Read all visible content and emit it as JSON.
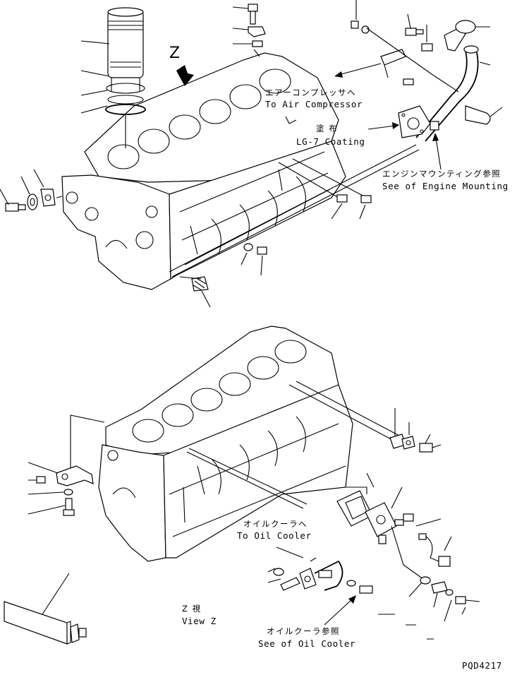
{
  "view_marker": "Z",
  "callouts": {
    "air_compressor_jp": "エアーコンプレッサへ",
    "air_compressor_en": "To Air Compressor",
    "coating_jp": "塗 布",
    "coating_en": "LG-7 Coating",
    "engine_mounting_jp": "エンジンマウンティング参照",
    "engine_mounting_en": "See of Engine Mounting",
    "oil_cooler_jp": "オイルクーラへ",
    "oil_cooler_en": "To Oil Cooler",
    "view_z_jp": "Z 視",
    "view_z_en": "View Z",
    "see_oil_cooler_jp": "オイルクーラ参照",
    "see_oil_cooler_en": "See of Oil Cooler"
  },
  "drawing_code": "PQD4217"
}
